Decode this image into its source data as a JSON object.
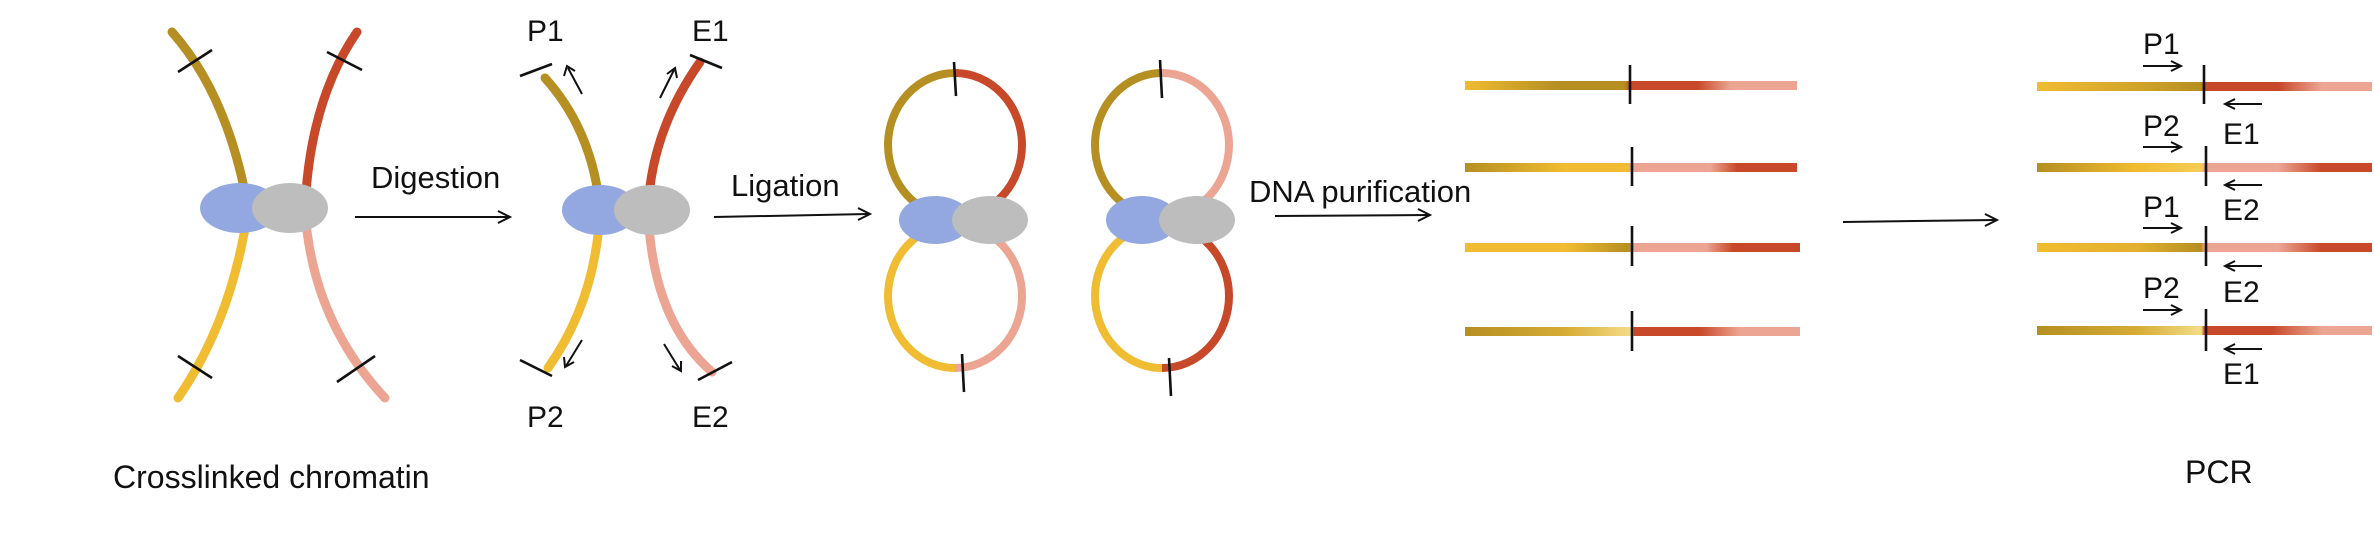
{
  "colors": {
    "olive_gold": "#b58f22",
    "yellow": "#f0bc31",
    "pale_yellow": "#f4dd88",
    "dark_orange": "#c8482a",
    "salmon": "#eba592",
    "blue_protein": "#93a8e0",
    "gray_protein": "#bdbdbd",
    "ink": "#111111"
  },
  "captions": {
    "crosslinked": "Crosslinked chromatin",
    "pcr": "PCR"
  },
  "steps": {
    "digestion": "Digestion",
    "ligation": "Ligation",
    "purification": "DNA purification"
  },
  "primers": {
    "p1": "P1",
    "p2": "P2",
    "e1": "E1",
    "e2": "E2"
  },
  "pcr_rows": [
    {
      "left": "P1",
      "right": ""
    },
    {
      "left": "P2",
      "right": "E1"
    },
    {
      "left": "P1",
      "right": "E2"
    },
    {
      "left": "P2",
      "right": "E2"
    },
    {
      "left": "",
      "right": "E1"
    }
  ]
}
